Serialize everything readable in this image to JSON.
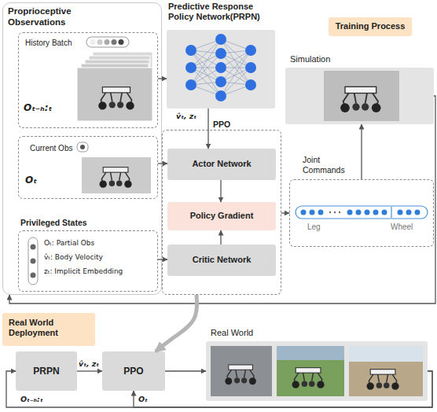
{
  "diagram": {
    "nodes": [
      {
        "text": [
          "Proprioceptive Observations"
        ]
      },
      {
        "text": [
          "History Batch",
          "Oₜ₋ₕ:ₜ"
        ],
        "in": 0
      },
      {
        "text": [
          "Current Obs",
          "Oₜ"
        ],
        "in": 0
      },
      {
        "text": [
          "Privileged States",
          "Oₜ: Partial Obs",
          "v̂ₜ: Body Velocity",
          "zₜ: Implicit Embedding"
        ],
        "in": 0
      },
      {
        "text": [
          "Predictive Response Policy Network(PRPN)"
        ]
      },
      {
        "text": [
          "PPO"
        ]
      },
      {
        "text": [
          "Actor Network"
        ],
        "in": 5
      },
      {
        "text": [
          "Policy Gradient"
        ],
        "in": 5
      },
      {
        "text": [
          "Critic Network"
        ],
        "in": 5
      },
      {
        "text": [
          "Training Process"
        ]
      },
      {
        "text": [
          "Simulation"
        ]
      },
      {
        "text": [
          "Joint Commands",
          "Leg",
          "Wheel"
        ]
      },
      {
        "text": [
          "Real World Deployment"
        ]
      },
      {
        "text": [
          "PRPN"
        ]
      },
      {
        "text": [
          "PPO"
        ]
      },
      {
        "text": [
          "Real World"
        ]
      }
    ],
    "edges": [
      {
        "from": 1,
        "to": 4,
        "arrow": "to"
      },
      {
        "from": 2,
        "to": 6,
        "arrow": "to"
      },
      {
        "from": 3,
        "to": 8,
        "arrow": "to"
      },
      {
        "from": 4,
        "to": 6,
        "arrow": "to",
        "label": "v̂ₜ, zₜ"
      },
      {
        "from": 6,
        "to": 7,
        "arrow": "to"
      },
      {
        "from": 8,
        "to": 7,
        "arrow": "to"
      },
      {
        "from": 5,
        "to": 11,
        "arrow": "to"
      },
      {
        "from": 11,
        "to": 10,
        "arrow": "to"
      },
      {
        "from": 10,
        "to": 0,
        "arrow": "to"
      },
      {
        "from": 5,
        "to": 14,
        "arrow": "to"
      },
      {
        "from": 13,
        "to": 14,
        "arrow": "to",
        "label": "v̂ₜ, zₜ"
      },
      {
        "from": 14,
        "to": 15,
        "arrow": "to"
      },
      {
        "from": 15,
        "to": 13,
        "arrow": "to",
        "label": "Oₜ₋ₕ:ₜ"
      },
      {
        "from": 15,
        "to": 14,
        "arrow": "to",
        "label": "Oₜ"
      }
    ]
  }
}
